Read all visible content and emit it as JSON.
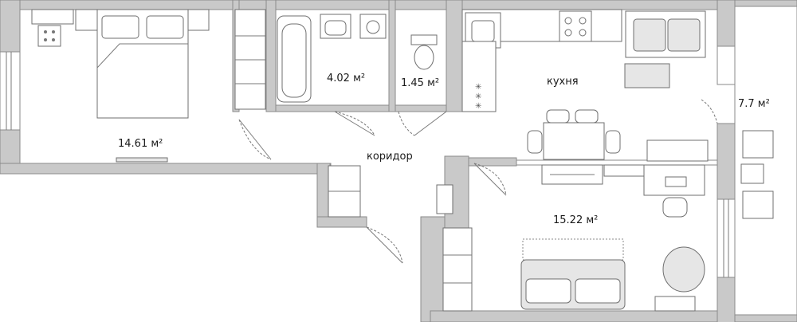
{
  "plan": {
    "rooms": [
      {
        "id": "bedroom",
        "area": "14.61 м²"
      },
      {
        "id": "bathroom",
        "area": "4.02 м²"
      },
      {
        "id": "toilet",
        "area": "1.45 м²"
      },
      {
        "id": "kitchen",
        "name": "кухня"
      },
      {
        "id": "corridor",
        "name": "коридор"
      },
      {
        "id": "living",
        "area": "15.22 м²"
      },
      {
        "id": "balcony",
        "area": "7.7 м²"
      }
    ]
  }
}
